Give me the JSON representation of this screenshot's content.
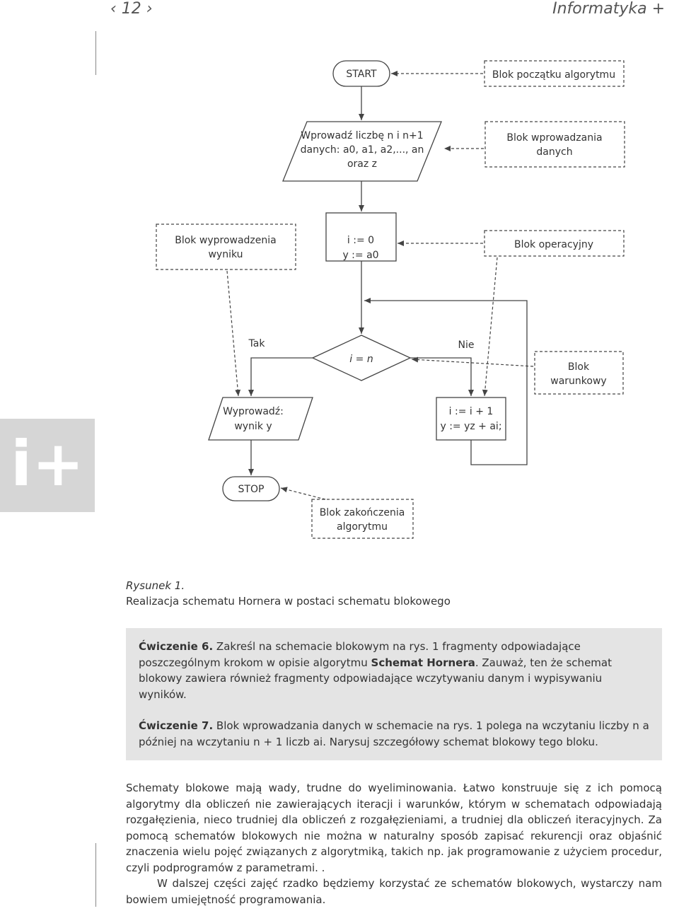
{
  "header": {
    "page_number": "‹ 12 ›",
    "book_title": "Informatyka +"
  },
  "side_badge": "i+",
  "flowchart": {
    "start": "START",
    "start_note": "Blok początku algorytmu",
    "input_line1": "Wprowadź liczbę n i n+1",
    "input_line2": "danych: a0, a1, a2,..., an",
    "input_line3": "oraz z",
    "input_note_line1": "Blok wprowadzania",
    "input_note_line2": "danych",
    "output_note_line1": "Blok wyprowadzenia",
    "output_note_line2": "wyniku",
    "init_line1": "i := 0",
    "init_line2": "y := a0",
    "op_note": "Blok operacyjny",
    "yes_label": "Tak",
    "no_label": "Nie",
    "condition": "i = n",
    "cond_note_line1": "Blok",
    "cond_note_line2": "warunkowy",
    "output_line1": "Wyprowadź:",
    "output_line2": "wynik y",
    "step_line1": "i := i + 1",
    "step_line2": "y := yz + ai;",
    "stop": "STOP",
    "stop_note_line1": "Blok zakończenia",
    "stop_note_line2": "algorytmu"
  },
  "caption": {
    "label": "Rysunek 1.",
    "text": "Realizacja schematu Hornera w postaci schematu blokowego"
  },
  "exercise6": {
    "title": "Ćwiczenie 6.",
    "text1": " Zakreśl na schemacie blokowym na rys. 1 fragmenty odpowiadające poszczególnym krokom w opisie algorytmu ",
    "bold": "Schemat Hornera",
    "text2": ". Zauważ, ten że schemat blokowy zawiera również fragmenty odpowiadające wczytywaniu danym i wypisywaniu wyników."
  },
  "exercise7": {
    "title": "Ćwiczenie 7.",
    "text1": " Blok wprowadzania danych w schemacie na rys. 1 polega na wczytaniu liczby n a później na wczytaniu n + 1 liczb ai. Narysuj szczegółowy schemat blokowy tego bloku."
  },
  "body": {
    "paragraph1": "Schematy blokowe mają wady, trudne do wyeliminowania. Łatwo konstruuje się z ich pomocą algorytmy dla obliczeń nie zawierających iteracji i warunków, którym w schematach odpowiadają rozgałęzienia, nieco trudniej dla obliczeń z rozgałęzieniami, a trudniej dla obliczeń iteracyjnych. Za pomocą schematów blokowych nie można w naturalny sposób zapisać rekurencji oraz objaśnić znaczenia wielu pojęć związanych z algorytmiką, takich np. jak programowanie z użyciem procedur, czyli podprogramów z parametrami. .",
    "paragraph2": "W dalszej części zajęć rzadko będziemy korzystać ze schematów blokowych, wystarczy nam bowiem umiejętność programowania."
  }
}
